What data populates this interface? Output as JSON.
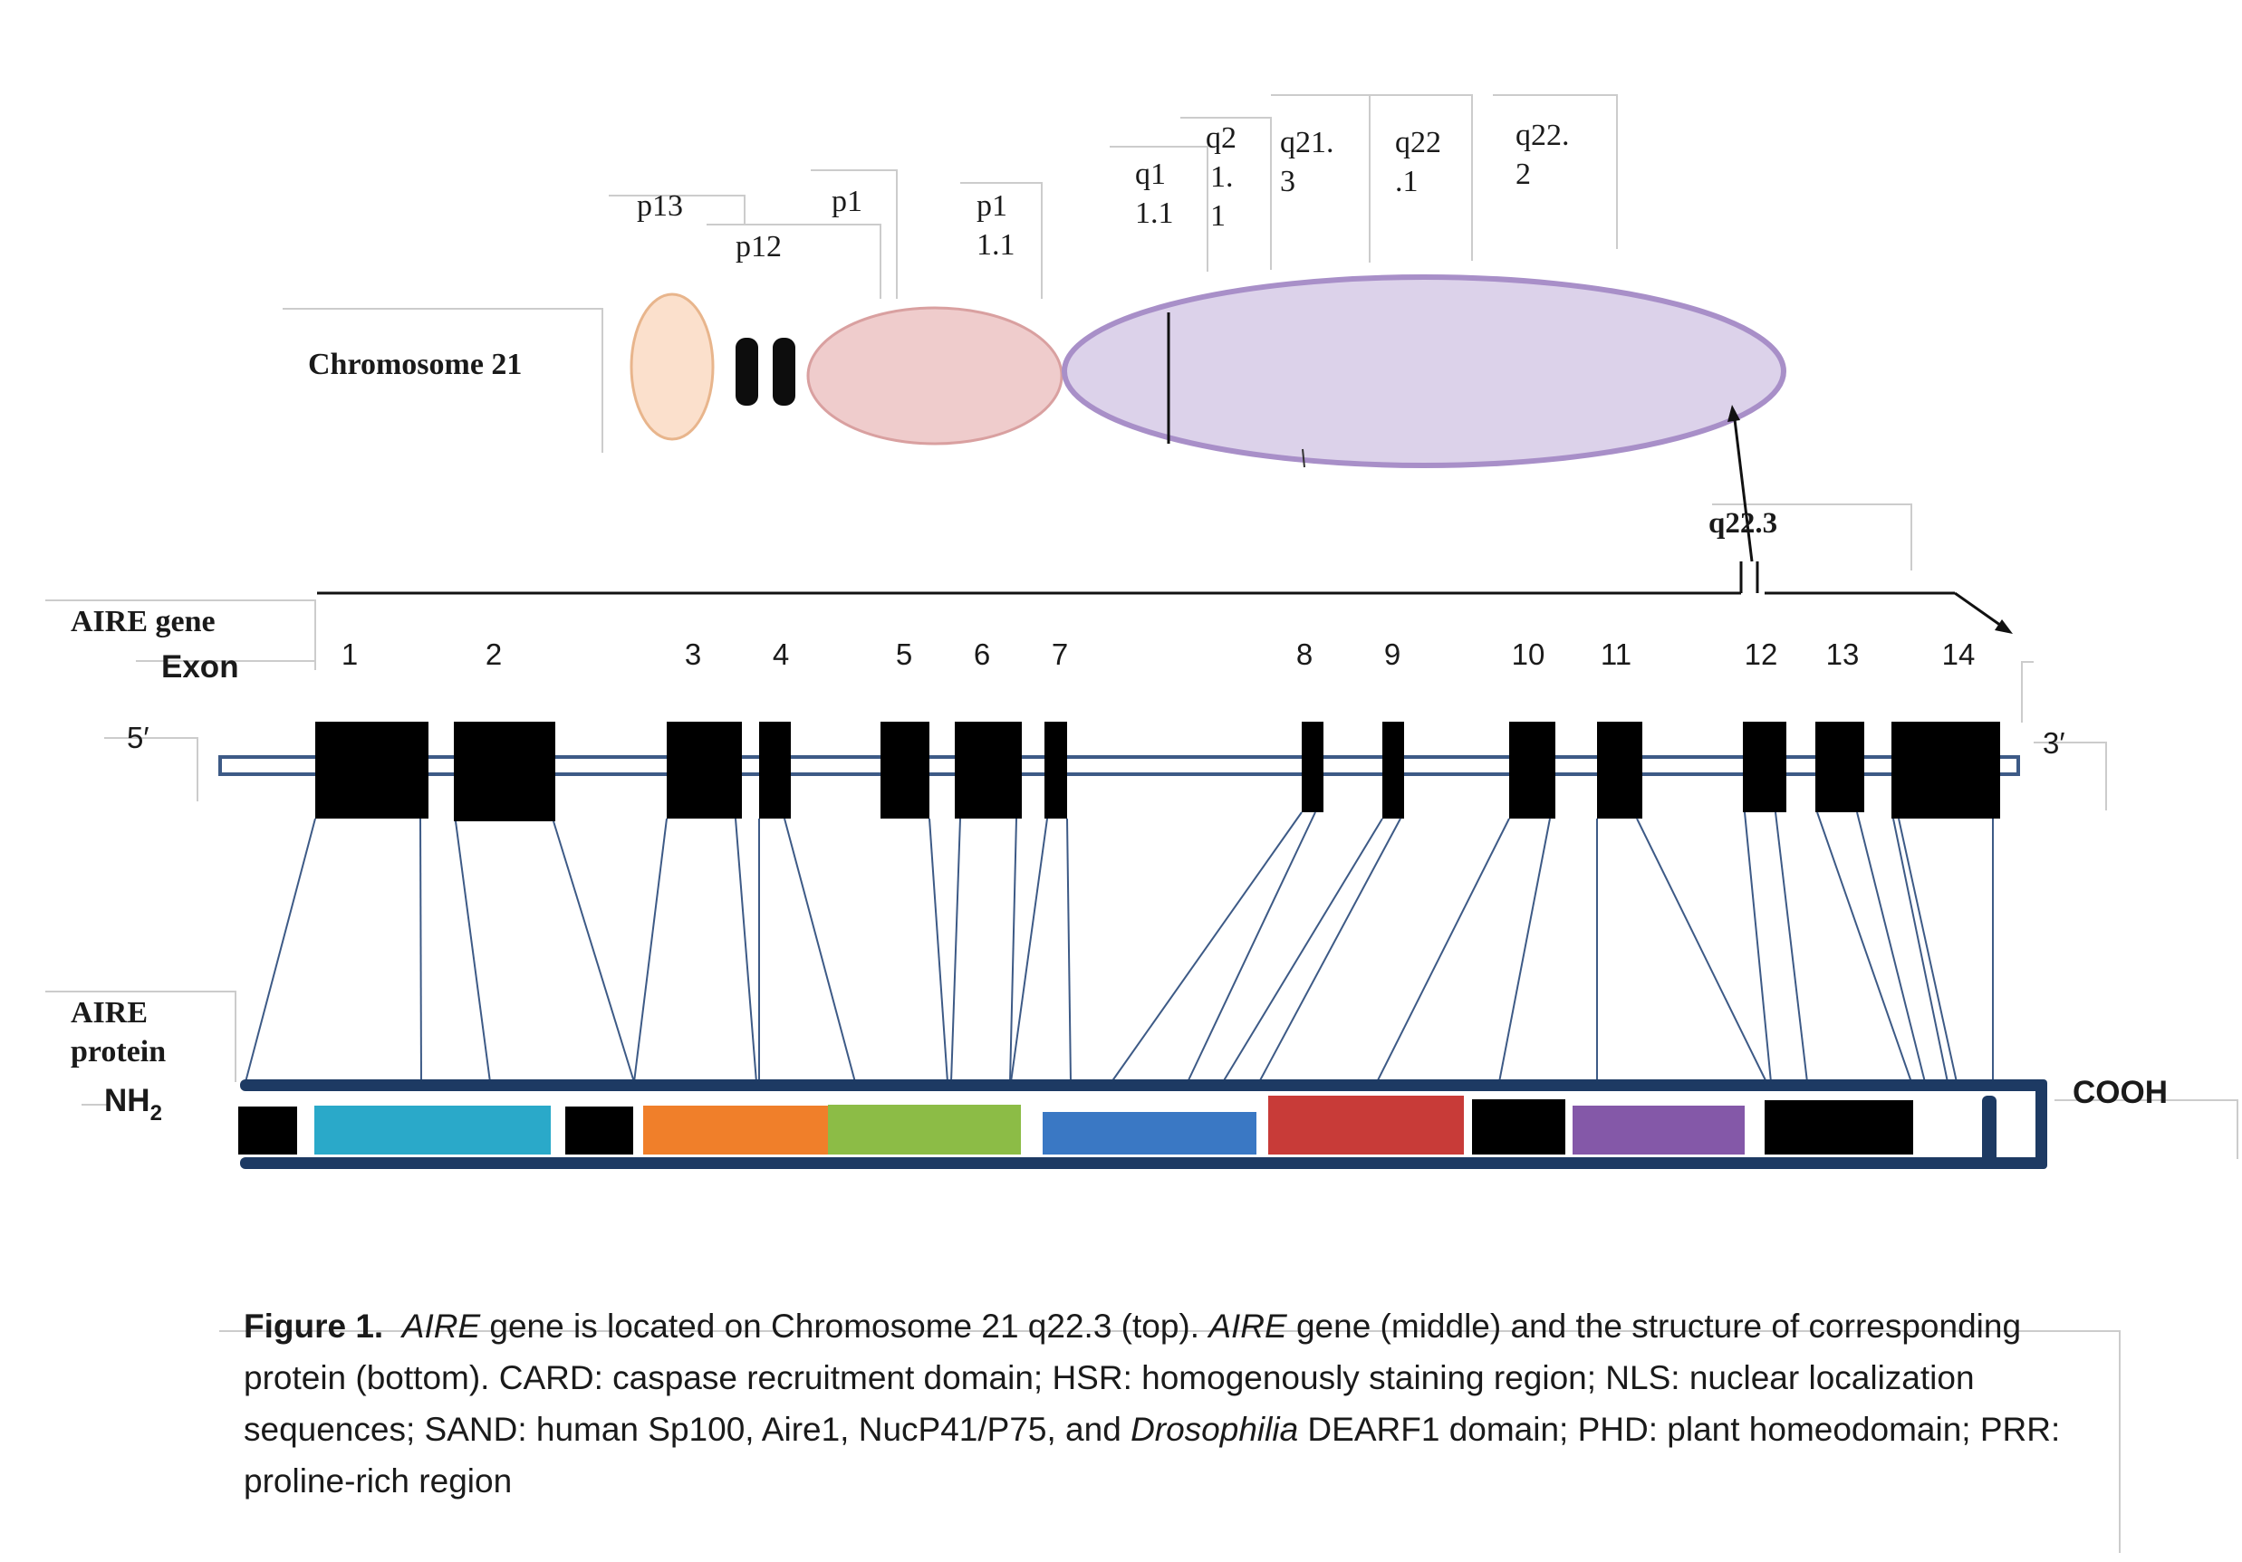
{
  "chromosome": {
    "label": "Chromosome 21",
    "bands": [
      {
        "id": "p13",
        "lines": [
          "p13"
        ]
      },
      {
        "id": "p12",
        "lines": [
          "p12"
        ]
      },
      {
        "id": "p11-2",
        "lines": [
          "p1"
        ]
      },
      {
        "id": "p11-1",
        "lines": [
          "p1",
          "1.1"
        ]
      },
      {
        "id": "q11-1",
        "lines": [
          "q1",
          "1.1"
        ]
      },
      {
        "id": "q21-1",
        "lines": [
          "q2",
          "1.",
          "1"
        ]
      },
      {
        "id": "q21-3",
        "lines": [
          "q21.",
          "3"
        ]
      },
      {
        "id": "q22-1",
        "lines": [
          "q22",
          ".1"
        ]
      },
      {
        "id": "q22-2",
        "lines": [
          "q22.",
          "2"
        ]
      }
    ],
    "locus": "q22.3"
  },
  "gene": {
    "label": "AIRE gene",
    "exon_label": "Exon",
    "five_prime": "5′",
    "three_prime": "3′",
    "exons": [
      "1",
      "2",
      "3",
      "4",
      "5",
      "6",
      "7",
      "8",
      "9",
      "10",
      "11",
      "12",
      "13",
      "14"
    ]
  },
  "protein": {
    "label_line1": "AIRE",
    "label_line2": "protein",
    "n_terminus": "NH",
    "n_terminus_sub": "2",
    "c_terminus": "COOH",
    "domains": [
      {
        "name": "card-hsr",
        "color": "#2aa9c9"
      },
      {
        "name": "nls",
        "color": "#f07f2a"
      },
      {
        "name": "sand",
        "color": "#8cbc46"
      },
      {
        "name": "phd1",
        "color": "#3a78c4"
      },
      {
        "name": "prr",
        "color": "#c83b38"
      },
      {
        "name": "phd2",
        "color": "#8458a8"
      }
    ],
    "frame_color": "#1d3a63"
  },
  "caption": {
    "figure": "Figure 1.",
    "t1": "AIRE",
    "t2": " gene is located on Chromosome 21 q22.3 (top). ",
    "t3": "AIRE",
    "t4": " gene (middle) and the structure of corresponding protein (bottom).  CARD: caspase recruitment domain; HSR: homogenously staining region; NLS: nuclear localization sequences; SAND: human Sp100, Aire1, NucP41/P75, and ",
    "t5": "Drosophilia",
    "t6": " DEARF1 domain; PHD: plant homeodomain; PRR: proline-rich region"
  }
}
